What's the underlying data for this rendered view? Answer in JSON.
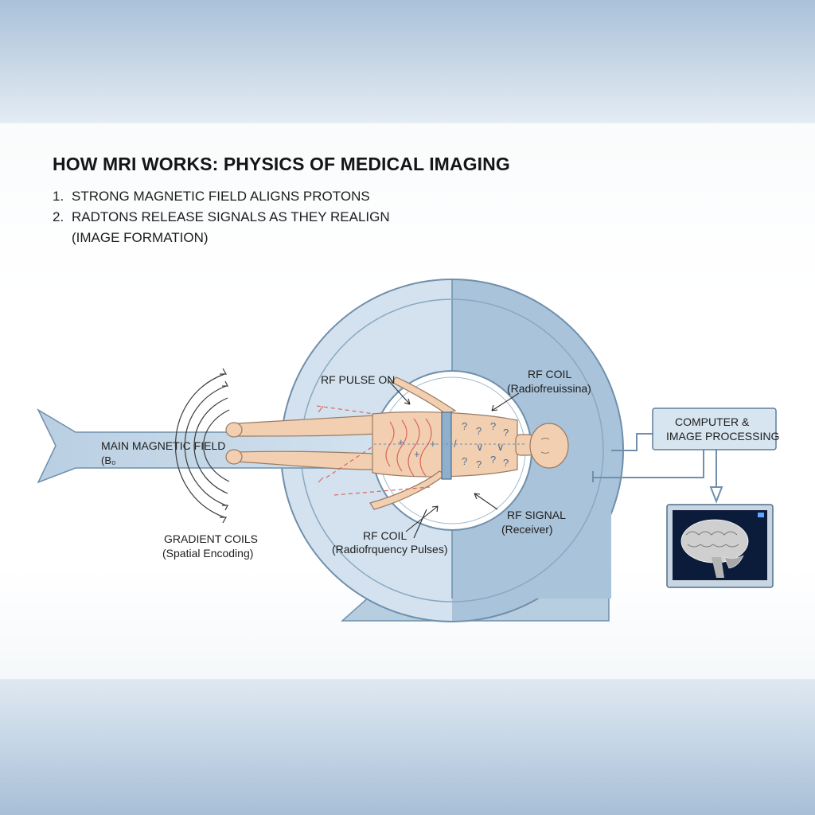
{
  "title": "HOW MRI WORKS: PHYSICS OF MEDICAL IMAGING",
  "steps": [
    {
      "num": "1.",
      "text": "STRONG MAGNETIC FIELD ALIGNS PROTONS",
      "cont": ""
    },
    {
      "num": "2.",
      "text": "RADTONS RELEASE SIGNALS AS THEY REALIGN",
      "cont": "(IMAGE FORMATION)"
    }
  ],
  "labels": {
    "main_field": "MAIN MAGNETIC FIELD",
    "main_field_symbol": "(B₀",
    "gradient_coils": "GRADIENT COILS",
    "gradient_coils_sub": "(Spatial Encoding)",
    "rf_pulse_on": "RF PULSE ON",
    "rf_coil_top": "RF COIL",
    "rf_coil_top_sub": "(Radiofreuissina)",
    "rf_coil_bottom": "RF COIL",
    "rf_coil_bottom_sub": "(Radiofrquency Pulses)",
    "rf_signal": "RF SIGNAL",
    "rf_signal_sub": "(Receiver)",
    "computer_line1": "COMPUTER &",
    "computer_line2": "IMAGE PROCESSING"
  },
  "colors": {
    "scanner_light": "#d3e2ee",
    "scanner_dark": "#a9c3da",
    "scanner_stroke": "#6f8fab",
    "skin": "#f2cfb0",
    "pulse_red": "#d9534f",
    "proton_blue": "#6a8fb4",
    "monitor_screen": "#0b1b3a"
  },
  "icons": [
    "b0-arrow-icon",
    "gradient-wave-icon",
    "brain-scan-icon"
  ]
}
